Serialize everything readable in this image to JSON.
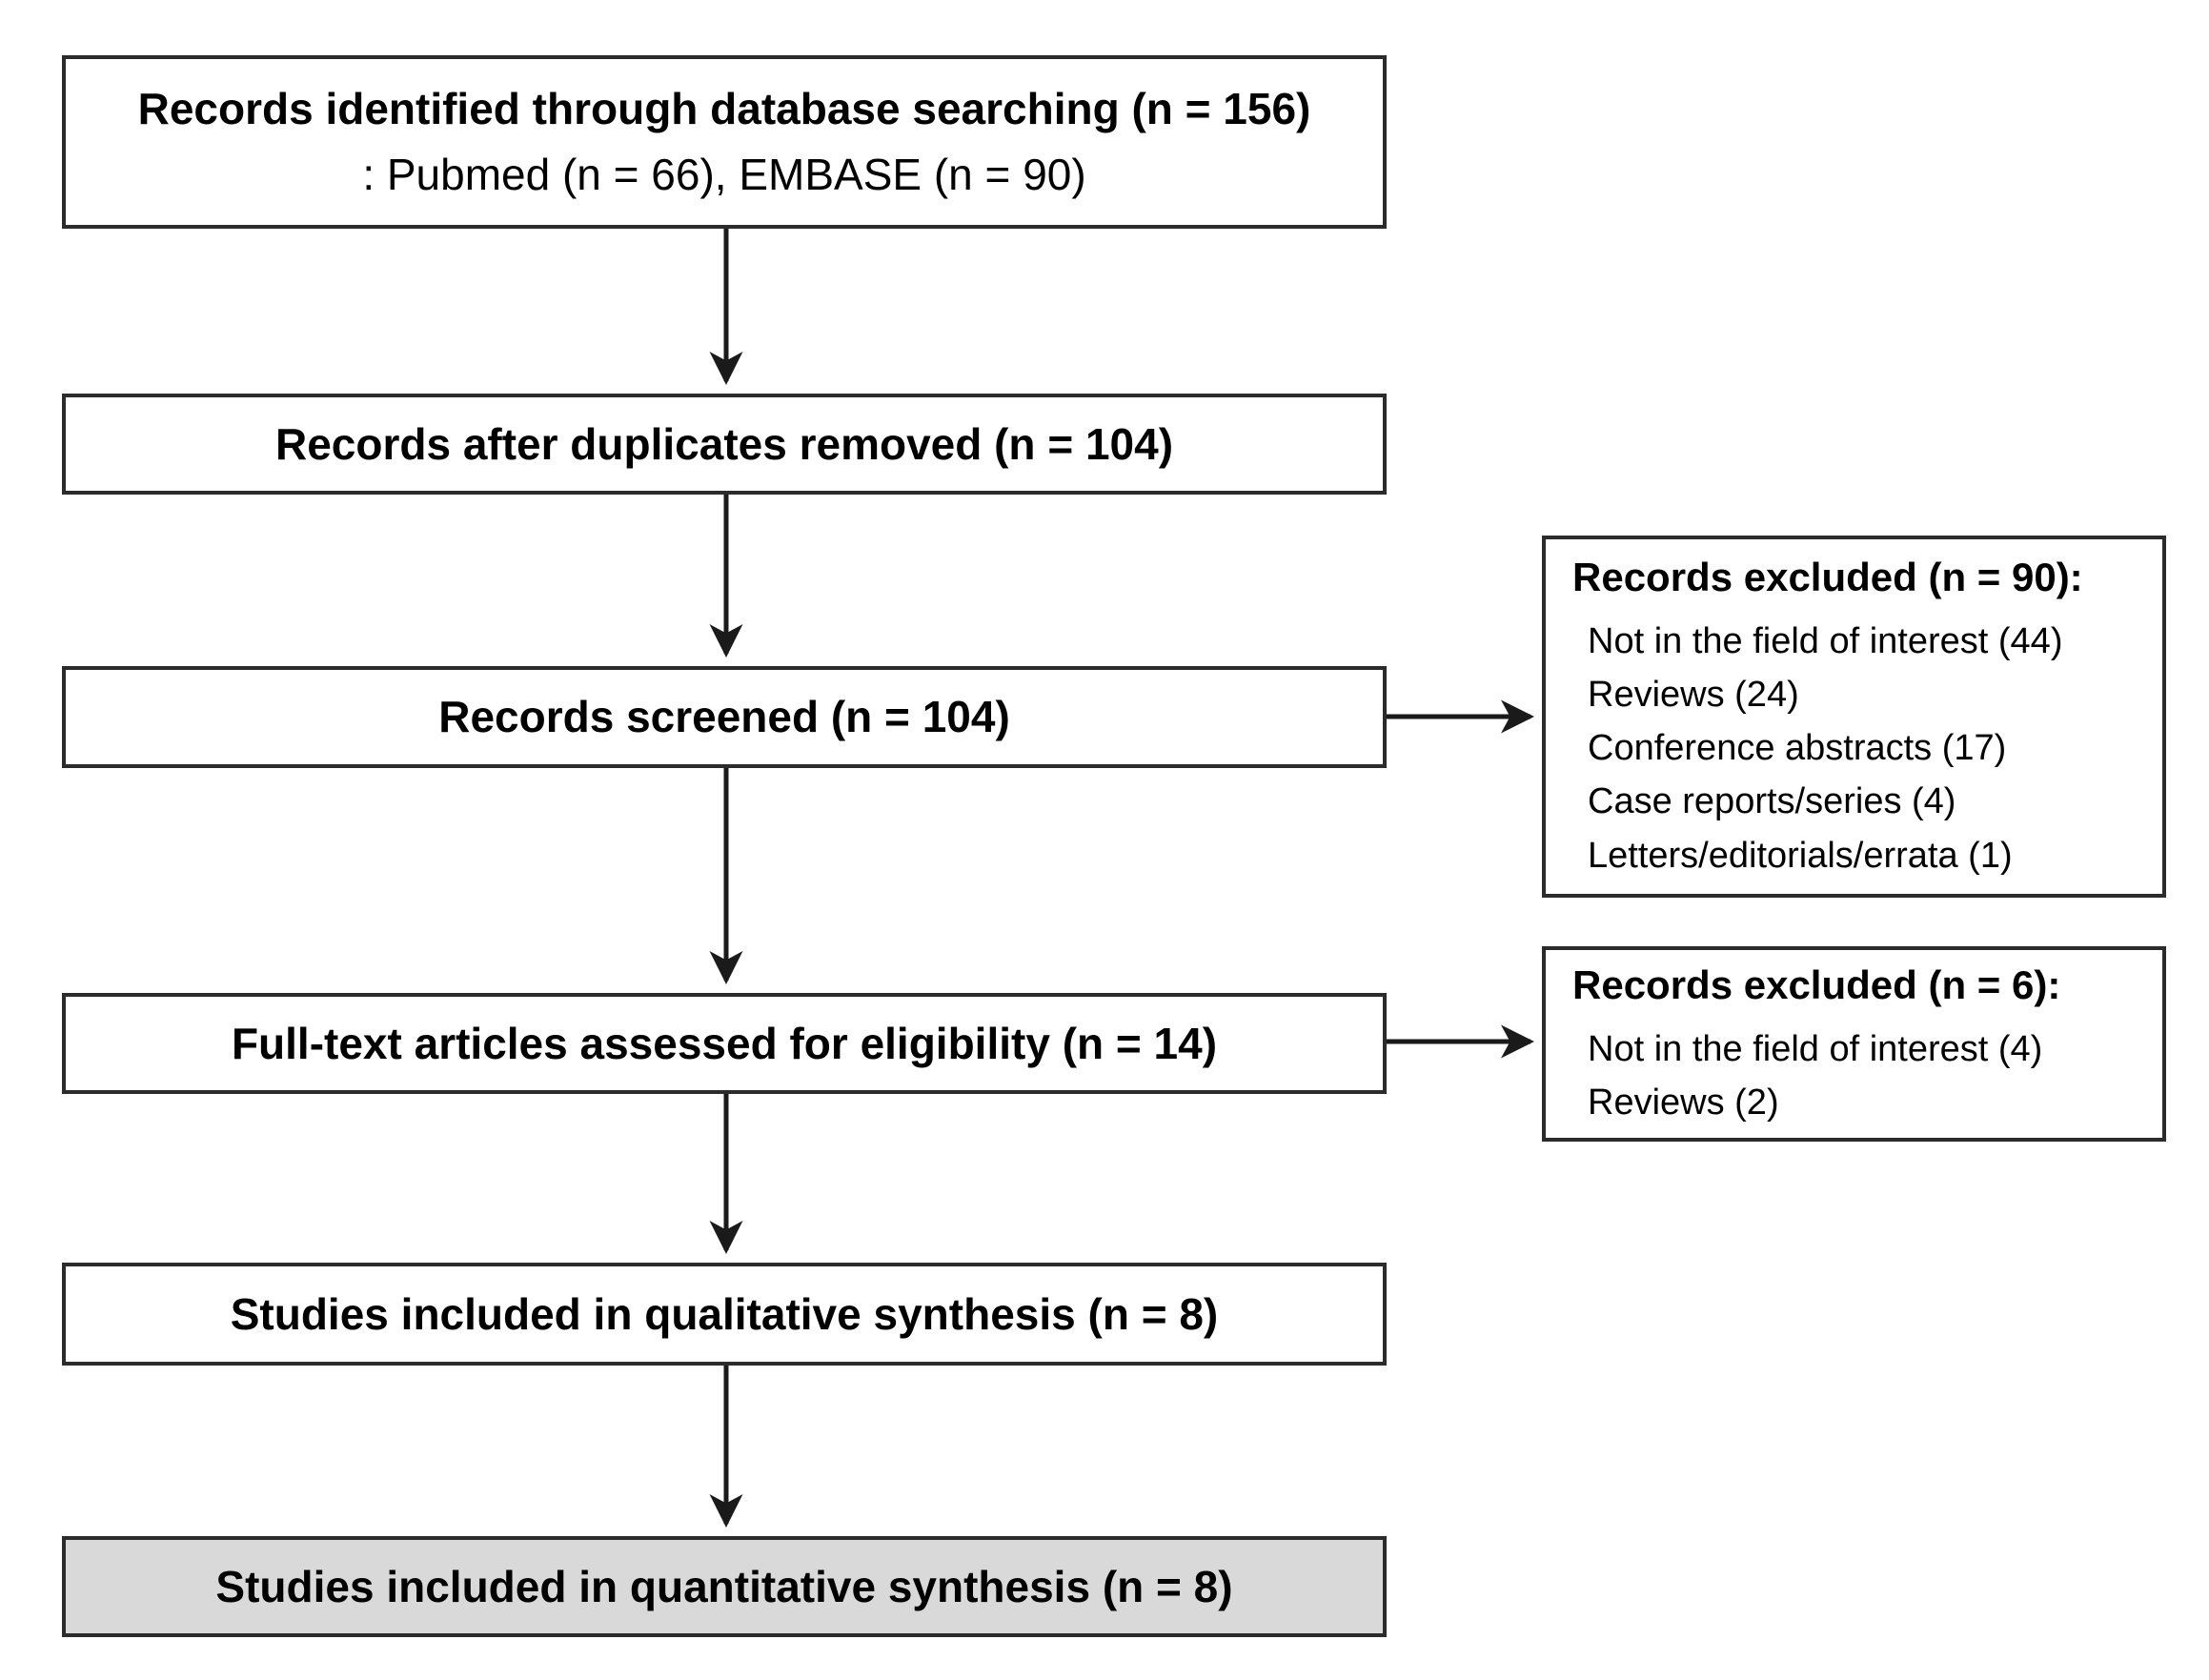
{
  "diagram": {
    "type": "prisma-flowchart",
    "colors": {
      "background": "#ffffff",
      "box_border": "#2b2b2b",
      "arrow": "#1a1a1a",
      "final_box_fill": "#d9d9d9",
      "text": "#000000"
    },
    "boxes": {
      "identification": {
        "line1": "Records identified through database searching (n = 156)",
        "line2": ": Pubmed (n = 66), EMBASE (n = 90)"
      },
      "duplicates_removed": {
        "label": "Records after duplicates removed (n = 104)"
      },
      "screened": {
        "label": "Records screened (n = 104)"
      },
      "fulltext_assessed": {
        "label": "Full-text articles assessed for eligibility (n = 14)"
      },
      "qualitative_synthesis": {
        "label": "Studies included in qualitative synthesis (n = 8)"
      },
      "quantitative_synthesis": {
        "label": "Studies included in quantitative synthesis (n = 8)"
      },
      "excluded_screening": {
        "title": "Records excluded (n = 90):",
        "items": [
          "Not in the field of interest (44)",
          "Reviews (24)",
          "Conference abstracts (17)",
          "Case reports/series (4)",
          "Letters/editorials/errata (1)"
        ]
      },
      "excluded_fulltext": {
        "title": "Records excluded (n = 6):",
        "items": [
          "Not in the field of interest (4)",
          "Reviews (2)"
        ]
      }
    }
  }
}
